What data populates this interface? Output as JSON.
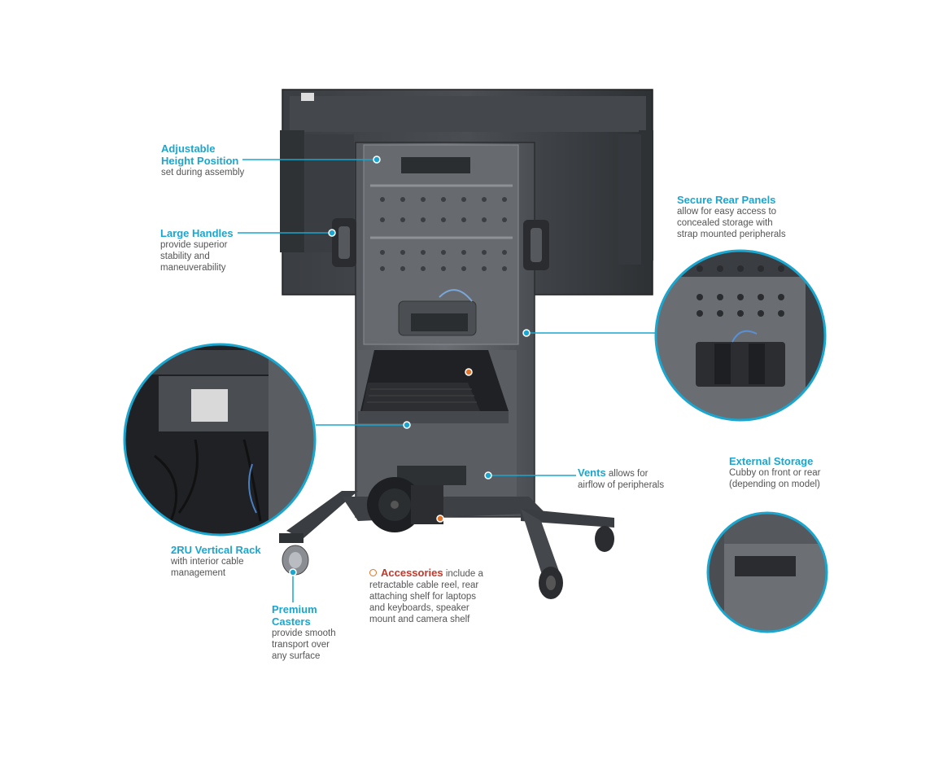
{
  "callouts": {
    "height": {
      "title": "Adjustable\nHeight Position",
      "body": "set during assembly"
    },
    "handles": {
      "title": "Large Handles",
      "body": "provide superior\nstability and\nmaneuverability"
    },
    "rear_panels": {
      "title": "Secure Rear Panels",
      "body": "allow for easy access to\nconcealed storage with\nstrap mounted peripherals"
    },
    "vents": {
      "title": "Vents",
      "body": "allows for\nairflow of peripherals"
    },
    "external_storage": {
      "title": "External Storage",
      "body": "Cubby on front or rear\n(depending on model)"
    },
    "vertical_rack": {
      "title": "2RU Vertical Rack",
      "body": "with interior cable\nmanagement"
    },
    "casters": {
      "title": "Premium\nCasters",
      "body": "provide smooth\ntransport over\nany surface"
    },
    "accessories": {
      "title": "Accessories",
      "body": "include a\nretractable cable reel, rear\nattaching shelf for laptops\nand keyboards, speaker\nmount and camera shelf"
    }
  },
  "colors": {
    "accent": "#1aa6cf",
    "accessory": "#c0392b",
    "marker_orange": "#e0742a",
    "cart": "#3d4044"
  }
}
